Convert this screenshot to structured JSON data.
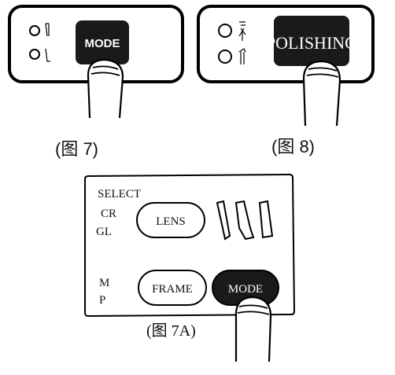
{
  "figure7": {
    "button_label": "MODE",
    "caption": "(图 7)"
  },
  "figure8": {
    "button_label": "POLISHING",
    "caption": "(图 8)"
  },
  "figure7a": {
    "select_label": "SELECT",
    "cr_label": "CR",
    "gl_label": "GL",
    "m_label": "M",
    "p_label": "P",
    "lens_button": "LENS",
    "frame_button": "FRAME",
    "mode_button": "MODE",
    "caption": "(图  7A)"
  }
}
